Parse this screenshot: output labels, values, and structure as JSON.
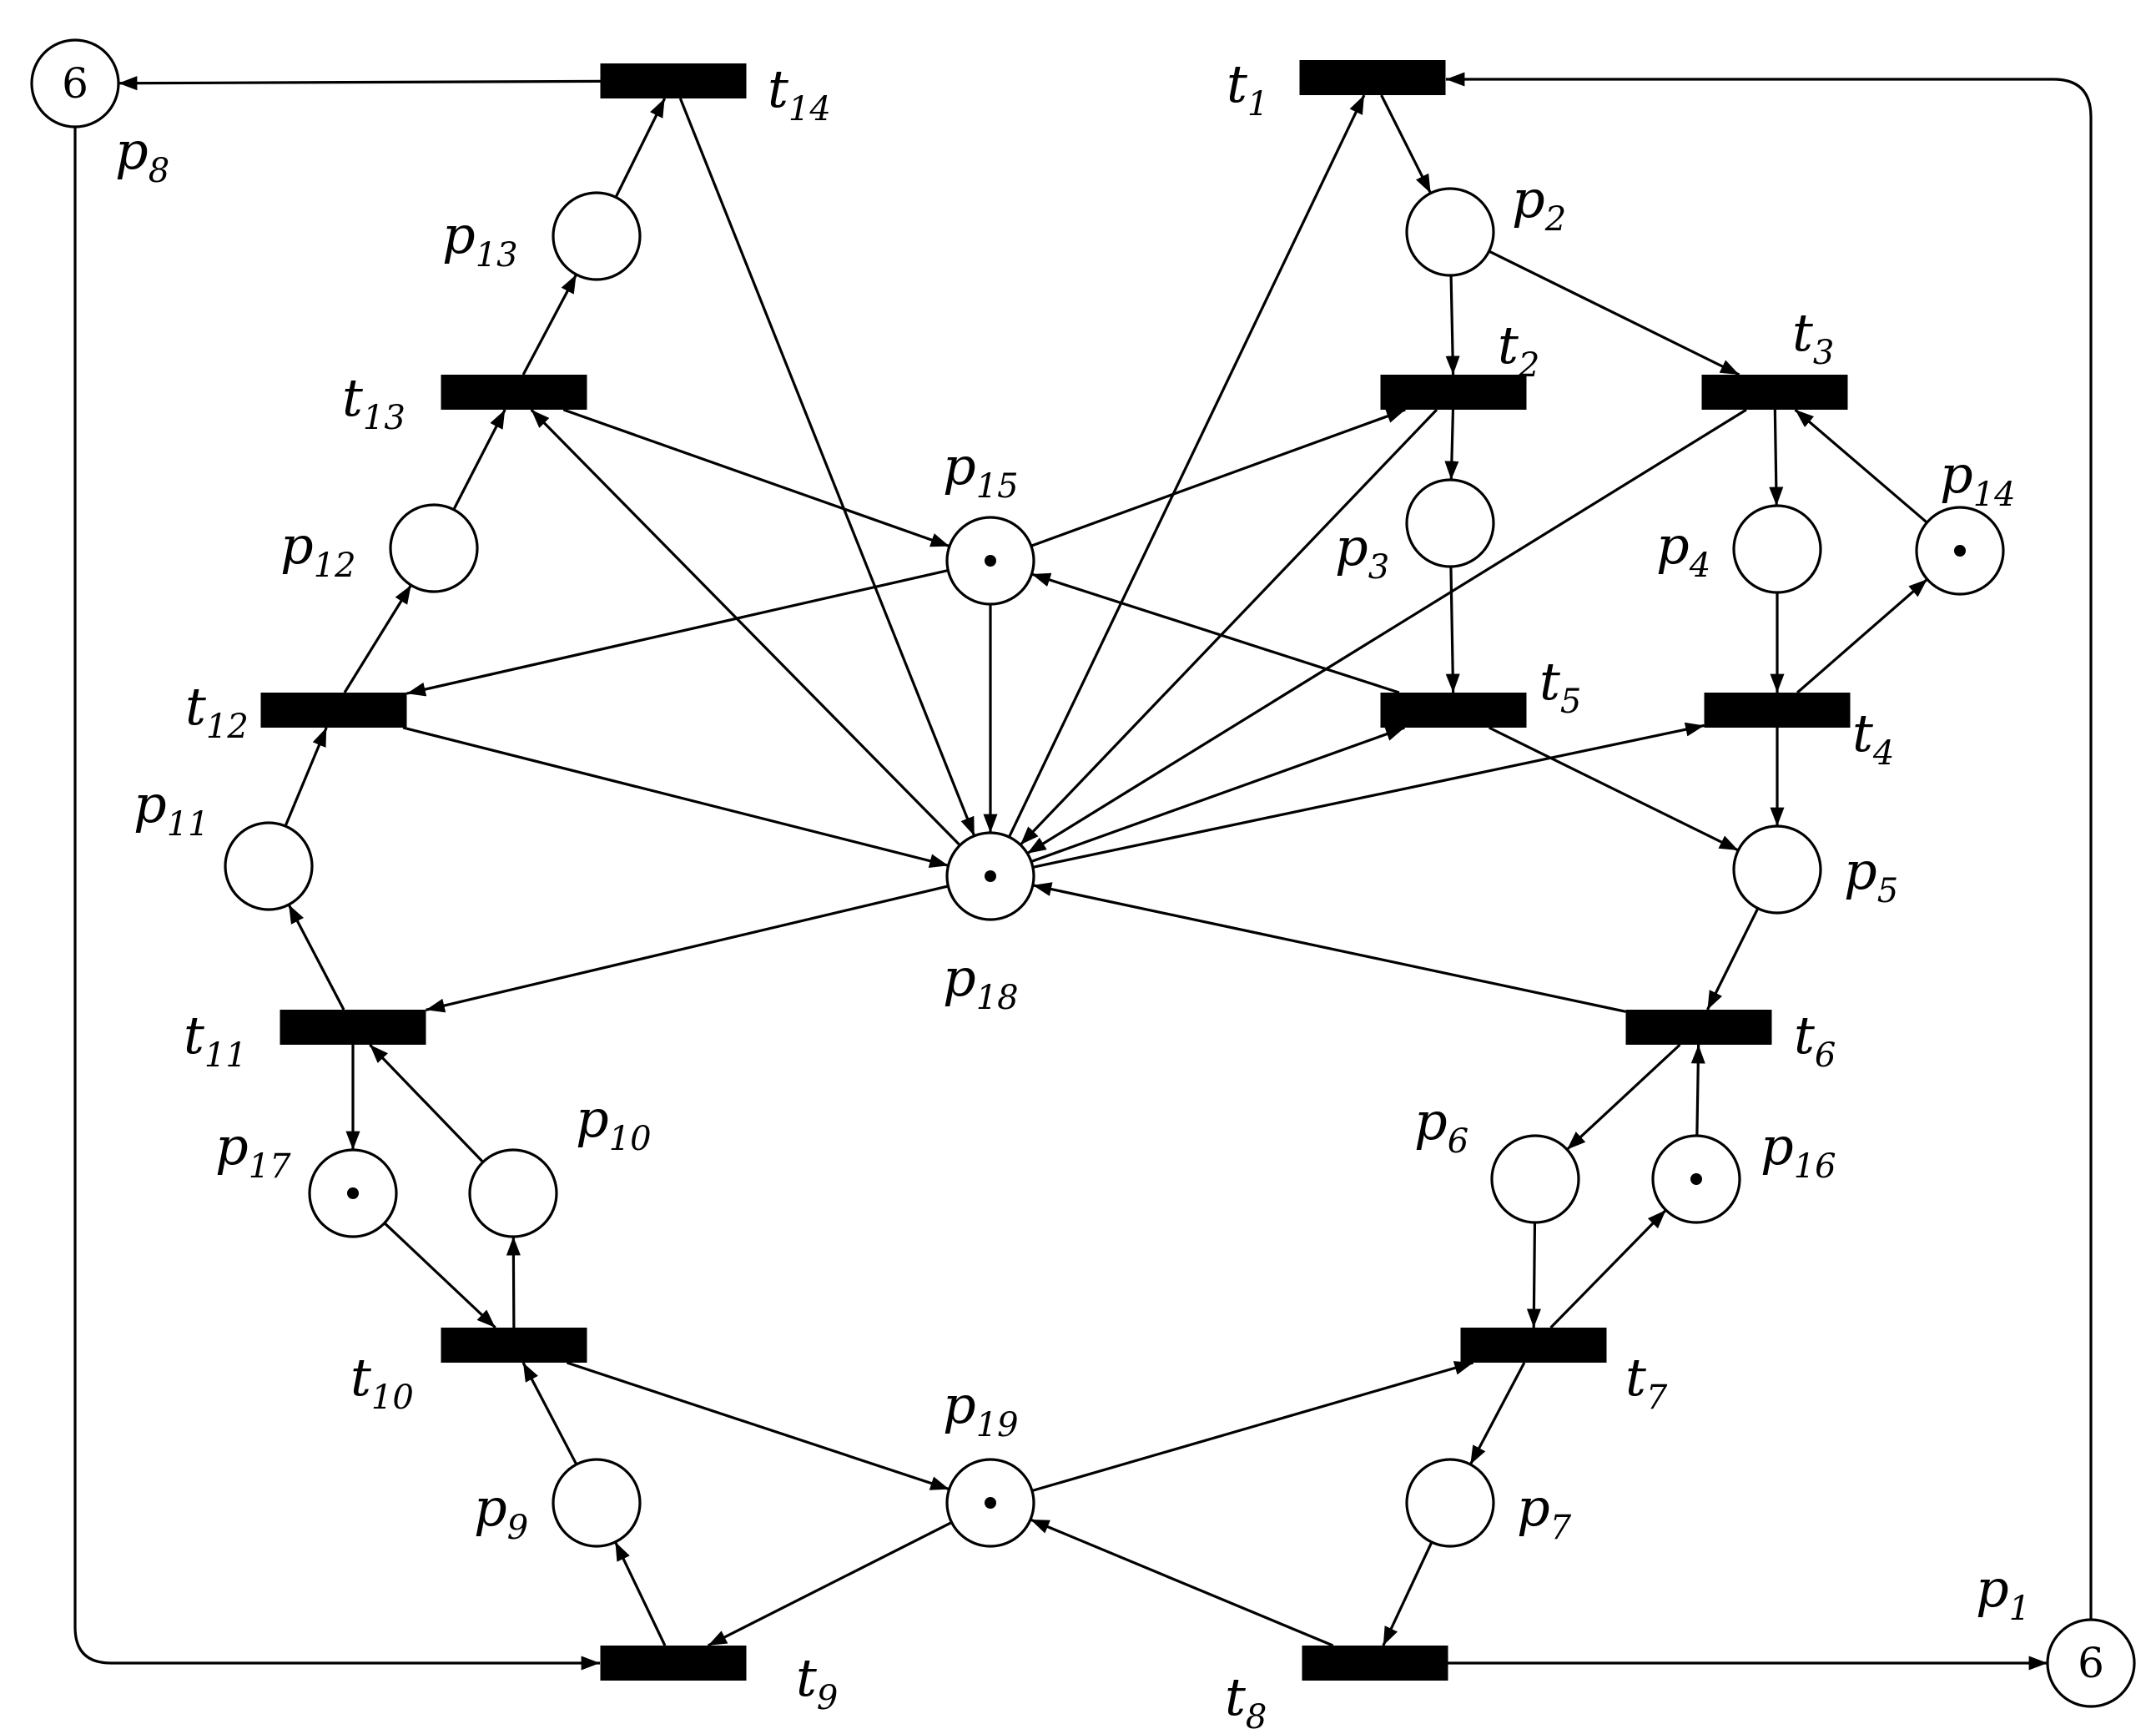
{
  "places": [
    {
      "id": "p1",
      "name": "p",
      "sub": "1",
      "tokens": 6
    },
    {
      "id": "p2",
      "name": "p",
      "sub": "2",
      "tokens": 0
    },
    {
      "id": "p3",
      "name": "p",
      "sub": "3",
      "tokens": 0
    },
    {
      "id": "p4",
      "name": "p",
      "sub": "4",
      "tokens": 0
    },
    {
      "id": "p5",
      "name": "p",
      "sub": "5",
      "tokens": 0
    },
    {
      "id": "p6",
      "name": "p",
      "sub": "6",
      "tokens": 0
    },
    {
      "id": "p7",
      "name": "p",
      "sub": "7",
      "tokens": 0
    },
    {
      "id": "p8",
      "name": "p",
      "sub": "8",
      "tokens": 6
    },
    {
      "id": "p9",
      "name": "p",
      "sub": "9",
      "tokens": 0
    },
    {
      "id": "p10",
      "name": "p",
      "sub": "10",
      "tokens": 0
    },
    {
      "id": "p11",
      "name": "p",
      "sub": "11",
      "tokens": 0
    },
    {
      "id": "p12",
      "name": "p",
      "sub": "12",
      "tokens": 0
    },
    {
      "id": "p13",
      "name": "p",
      "sub": "13",
      "tokens": 0
    },
    {
      "id": "p14",
      "name": "p",
      "sub": "14",
      "tokens": 1
    },
    {
      "id": "p15",
      "name": "p",
      "sub": "15",
      "tokens": 1
    },
    {
      "id": "p16",
      "name": "p",
      "sub": "16",
      "tokens": 1
    },
    {
      "id": "p17",
      "name": "p",
      "sub": "17",
      "tokens": 1
    },
    {
      "id": "p18",
      "name": "p",
      "sub": "18",
      "tokens": 1
    },
    {
      "id": "p19",
      "name": "p",
      "sub": "19",
      "tokens": 1
    }
  ],
  "transitions": [
    {
      "id": "t1",
      "name": "t",
      "sub": "1"
    },
    {
      "id": "t2",
      "name": "t",
      "sub": "2"
    },
    {
      "id": "t3",
      "name": "t",
      "sub": "3"
    },
    {
      "id": "t4",
      "name": "t",
      "sub": "4"
    },
    {
      "id": "t5",
      "name": "t",
      "sub": "5"
    },
    {
      "id": "t6",
      "name": "t",
      "sub": "6"
    },
    {
      "id": "t7",
      "name": "t",
      "sub": "7"
    },
    {
      "id": "t8",
      "name": "t",
      "sub": "8"
    },
    {
      "id": "t9",
      "name": "t",
      "sub": "9"
    },
    {
      "id": "t10",
      "name": "t",
      "sub": "10"
    },
    {
      "id": "t11",
      "name": "t",
      "sub": "11"
    },
    {
      "id": "t12",
      "name": "t",
      "sub": "12"
    },
    {
      "id": "t13",
      "name": "t",
      "sub": "13"
    },
    {
      "id": "t14",
      "name": "t",
      "sub": "14"
    }
  ],
  "arcs": [
    [
      "p1",
      "t1"
    ],
    [
      "t1",
      "p2"
    ],
    [
      "p2",
      "t2"
    ],
    [
      "p2",
      "t3"
    ],
    [
      "t2",
      "p3"
    ],
    [
      "p3",
      "t5"
    ],
    [
      "t3",
      "p4"
    ],
    [
      "p4",
      "t4"
    ],
    [
      "p14",
      "t3"
    ],
    [
      "t4",
      "p14"
    ],
    [
      "t4",
      "p5"
    ],
    [
      "t5",
      "p5"
    ],
    [
      "p5",
      "t6"
    ],
    [
      "t6",
      "p6"
    ],
    [
      "p16",
      "t6"
    ],
    [
      "p6",
      "t7"
    ],
    [
      "t7",
      "p16"
    ],
    [
      "t7",
      "p7"
    ],
    [
      "p7",
      "t8"
    ],
    [
      "t8",
      "p1"
    ],
    [
      "t8",
      "p19"
    ],
    [
      "p19",
      "t7"
    ],
    [
      "p19",
      "t9"
    ],
    [
      "p8",
      "t9"
    ],
    [
      "t9",
      "p9"
    ],
    [
      "p9",
      "t10"
    ],
    [
      "t10",
      "p10"
    ],
    [
      "t10",
      "p19"
    ],
    [
      "p17",
      "t10"
    ],
    [
      "p10",
      "t11"
    ],
    [
      "t11",
      "p17"
    ],
    [
      "t11",
      "p11"
    ],
    [
      "p11",
      "t12"
    ],
    [
      "t12",
      "p12"
    ],
    [
      "p12",
      "t13"
    ],
    [
      "t13",
      "p13"
    ],
    [
      "p13",
      "t14"
    ],
    [
      "t14",
      "p8"
    ],
    [
      "p18",
      "t1"
    ],
    [
      "p18",
      "t5"
    ],
    [
      "p18",
      "t4"
    ],
    [
      "p18",
      "t11"
    ],
    [
      "p18",
      "t13"
    ],
    [
      "t2",
      "p18"
    ],
    [
      "t3",
      "p18"
    ],
    [
      "t6",
      "p18"
    ],
    [
      "t12",
      "p18"
    ],
    [
      "t14",
      "p18"
    ],
    [
      "p15",
      "t2"
    ],
    [
      "p15",
      "t12"
    ],
    [
      "p15",
      "p18"
    ],
    [
      "t13",
      "p15"
    ],
    [
      "t5",
      "p15"
    ]
  ]
}
